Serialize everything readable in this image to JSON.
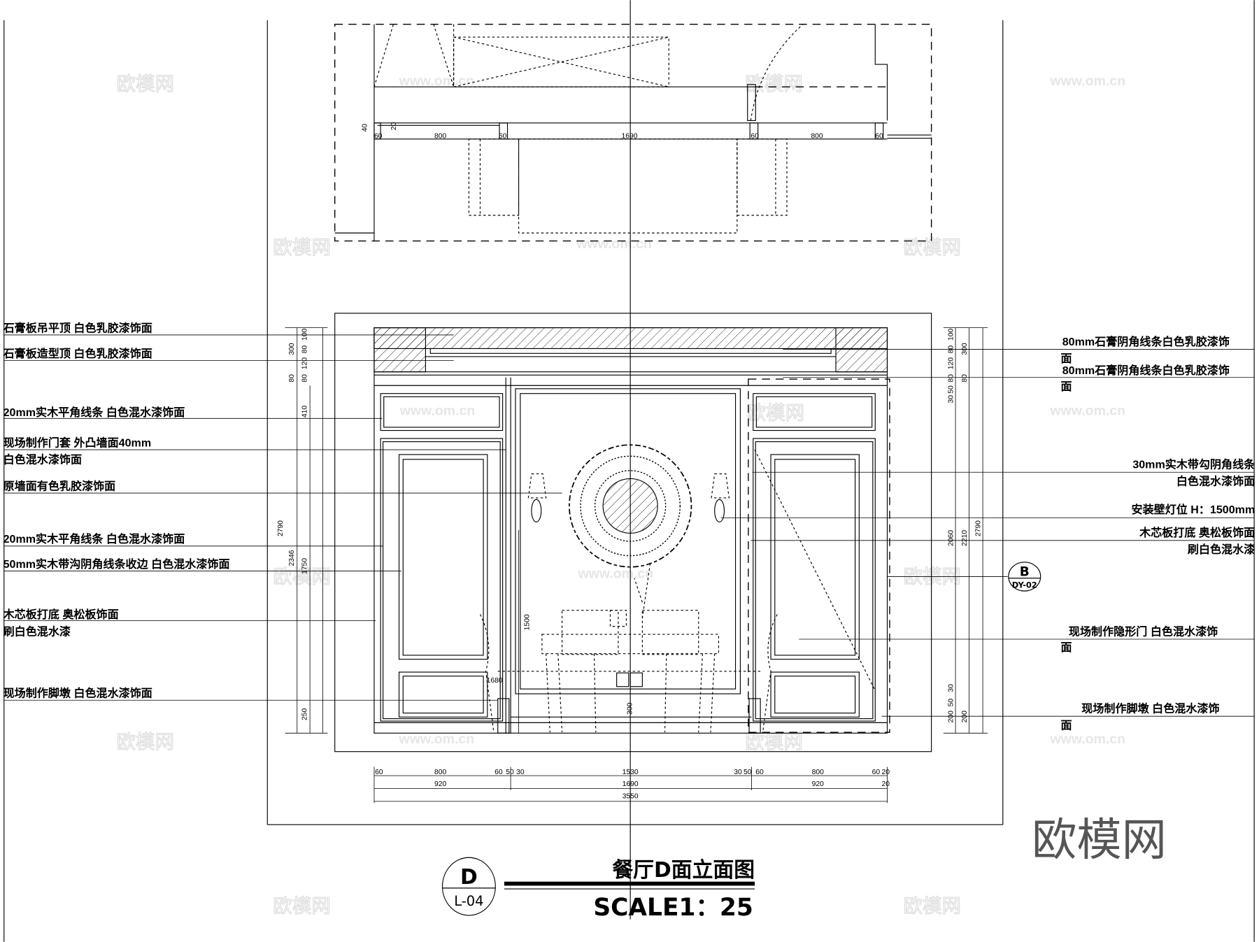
{
  "drawing": {
    "title": "餐厅D面立面图",
    "scale": "SCALE1：25",
    "section_tag": {
      "letter": "D",
      "sheet": "L-04"
    },
    "detail_tag": {
      "letter": "B",
      "sheet": "DY-02"
    }
  },
  "left_labels": [
    "石膏板吊平顶  白色乳胶漆饰面",
    "石膏板造型顶  白色乳胶漆饰面",
    "20mm实木平角线条  白色混水漆饰面",
    "现场制作门套  外凸墙面40mm",
    "白色混水漆饰面",
    "原墙面有色乳胶漆饰面",
    "20mm实木平角线条  白色混水漆饰面",
    "50mm实木带沟阴角线条收边  白色混水漆饰面",
    "木芯板打底  奥松板饰面",
    "刷白色混水漆",
    "现场制作脚墩  白色混水漆饰面"
  ],
  "right_labels": [
    "80mm石膏阴角线条白色乳胶漆饰",
    "面",
    "80mm石膏阴角线条白色乳胶漆饰",
    "面",
    "30mm实木带勾阴角线条",
    "白色混水漆饰面",
    "安装壁灯位  H：1500mm",
    "木芯板打底  奥松板饰面",
    "刷白色混水漆",
    "现场制作隐形门  白色混水漆饰",
    "面",
    "现场制作脚墩  白色混水漆饰",
    "面"
  ],
  "plan_dims": {
    "side_40": "40",
    "side_20": "20",
    "row": [
      "60",
      "800",
      "60",
      "1690",
      "60",
      "800",
      "60"
    ]
  },
  "bottom_dims": {
    "row1": [
      "60",
      "800",
      "60",
      "50",
      "30",
      "1530",
      "30",
      "50",
      "60",
      "800",
      "60",
      "20"
    ],
    "row2": [
      "920",
      "1690",
      "920",
      "20"
    ],
    "row3": [
      "3550"
    ]
  },
  "left_dims": {
    "outer": [
      "300",
      "80",
      "2790"
    ],
    "middle": [
      "2346",
      "250"
    ],
    "inner": [
      "100",
      "80",
      "120",
      "80",
      "410",
      "1750"
    ]
  },
  "right_dims": {
    "inner": [
      "100",
      "80",
      "120",
      "80",
      "50",
      "30",
      "2060",
      "30",
      "50",
      "200"
    ],
    "middle": [
      "300",
      "80",
      "2210",
      "200"
    ],
    "outer": [
      "2790"
    ]
  },
  "inner_dims": {
    "sconce_height": "1500",
    "table_height": "1680",
    "outlet_height": "300"
  },
  "watermarks": {
    "brand": "欧模网",
    "site": "www.om.cn"
  }
}
